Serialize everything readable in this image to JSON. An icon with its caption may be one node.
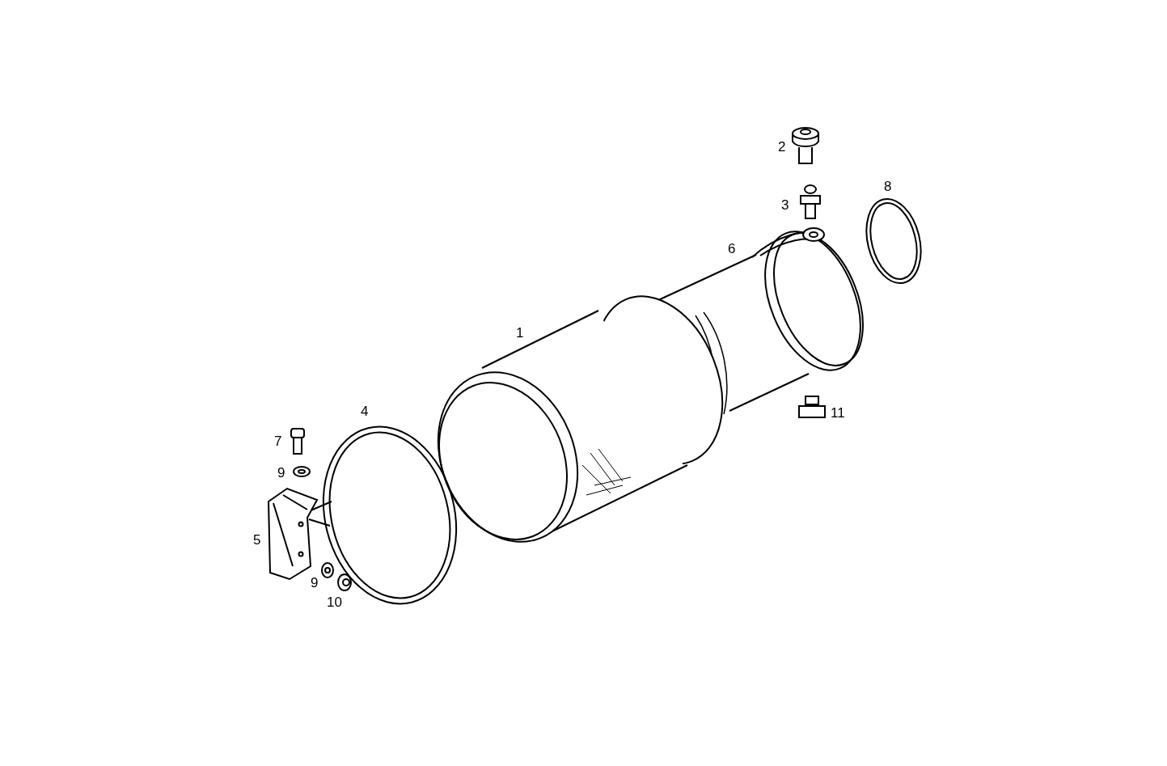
{
  "diagram": {
    "labels": [
      "2",
      "3",
      "8",
      "6",
      "1",
      "11",
      "4",
      "7",
      "9",
      "5",
      "9",
      "10"
    ]
  }
}
